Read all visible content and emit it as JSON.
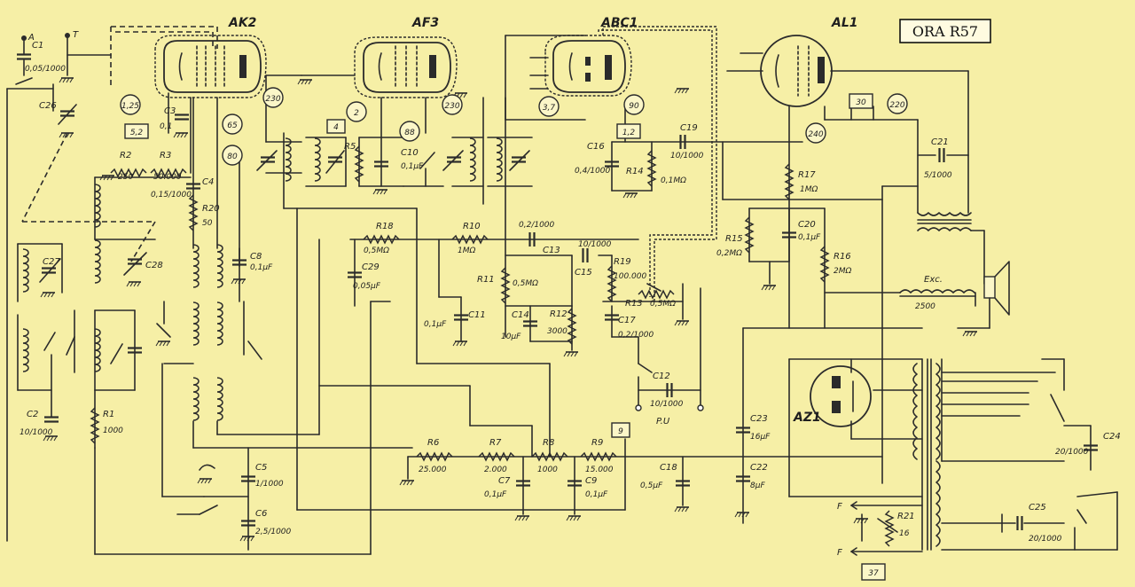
{
  "title": "ORA R57",
  "tubes": [
    {
      "id": "ak2",
      "label": "AK2"
    },
    {
      "id": "af3",
      "label": "AF3"
    },
    {
      "id": "abc1",
      "label": "ABC1"
    },
    {
      "id": "al1",
      "label": "AL1"
    },
    {
      "id": "az1",
      "label": "AZ1"
    }
  ],
  "terminals": {
    "antenna": "A",
    "earth": "T",
    "fuse_a": "F",
    "fuse_b": "F",
    "pickup": "P.U"
  },
  "voltage_circles": [
    "1,25",
    "230",
    "65",
    "80",
    "2",
    "88",
    "230",
    "3,7",
    "90",
    "240",
    "220"
  ],
  "voltage_boxes": [
    "5,2",
    "4",
    "1,2",
    "30",
    "9",
    "37"
  ],
  "components": {
    "C1": {
      "name": "C1",
      "value": "0,05/1000"
    },
    "C2": {
      "name": "C2",
      "value": "10/1000"
    },
    "C3": {
      "name": "C3",
      "value": "0,1"
    },
    "C4": {
      "name": "C4",
      "value": "0,15/1000"
    },
    "C5": {
      "name": "C5",
      "value": "1/1000"
    },
    "C6": {
      "name": "C6",
      "value": "2,5/1000"
    },
    "C7": {
      "name": "C7",
      "value": "0,1μF"
    },
    "C8": {
      "name": "C8",
      "value": "0,1μF"
    },
    "C9": {
      "name": "C9",
      "value": "0,1μF"
    },
    "C10": {
      "name": "C10",
      "value": "0,1μF"
    },
    "C11": {
      "name": "C11",
      "value": "0,1μF"
    },
    "C12": {
      "name": "C12",
      "value": "10/1000"
    },
    "C13": {
      "name": "C13",
      "value": "0,2/1000"
    },
    "C14": {
      "name": "C14",
      "value": "10μF"
    },
    "C15": {
      "name": "C15",
      "value": "10/1000"
    },
    "C16": {
      "name": "C16",
      "value": "0,4/1000"
    },
    "C17": {
      "name": "C17",
      "value": "0,2/1000"
    },
    "C18": {
      "name": "C18",
      "value": "0,5μF"
    },
    "C19": {
      "name": "C19",
      "value": "10/1000"
    },
    "C20": {
      "name": "C20",
      "value": "0,1μF"
    },
    "C21": {
      "name": "C21",
      "value": "5/1000"
    },
    "C22": {
      "name": "C22",
      "value": "8μF"
    },
    "C23": {
      "name": "C23",
      "value": "16μF"
    },
    "C24": {
      "name": "C24",
      "value": "20/1000"
    },
    "C25": {
      "name": "C25",
      "value": "20/1000"
    },
    "C26": {
      "name": "C26",
      "value": ""
    },
    "C27": {
      "name": "C27",
      "value": ""
    },
    "C28": {
      "name": "C28",
      "value": ""
    },
    "C29": {
      "name": "C29",
      "value": "0,05μF"
    },
    "R1": {
      "name": "R1",
      "value": "1000"
    },
    "R2": {
      "name": "R2",
      "value": "250"
    },
    "R3": {
      "name": "R3",
      "value": "50.000"
    },
    "R5": {
      "name": "R5",
      "value": ""
    },
    "R6": {
      "name": "R6",
      "value": "25.000"
    },
    "R7": {
      "name": "R7",
      "value": "2.000"
    },
    "R8": {
      "name": "R8",
      "value": "1000"
    },
    "R9": {
      "name": "R9",
      "value": "15.000"
    },
    "R10": {
      "name": "R10",
      "value": "1MΩ"
    },
    "R11": {
      "name": "R11",
      "value": "0,5MΩ"
    },
    "R12": {
      "name": "R12",
      "value": "3000"
    },
    "R13": {
      "name": "R13",
      "value": "0,5MΩ"
    },
    "R14": {
      "name": "R14",
      "value": "0,1MΩ"
    },
    "R15": {
      "name": "R15",
      "value": "0,2MΩ"
    },
    "R16": {
      "name": "R16",
      "value": "2MΩ"
    },
    "R17": {
      "name": "R17",
      "value": "1MΩ"
    },
    "R18": {
      "name": "R18",
      "value": "0,5MΩ"
    },
    "R19": {
      "name": "R19",
      "value": "100.000"
    },
    "R20": {
      "name": "R20",
      "value": "50"
    },
    "R21": {
      "name": "R21",
      "value": "16"
    },
    "EXC": {
      "name": "Exc.",
      "value": "2500"
    }
  }
}
